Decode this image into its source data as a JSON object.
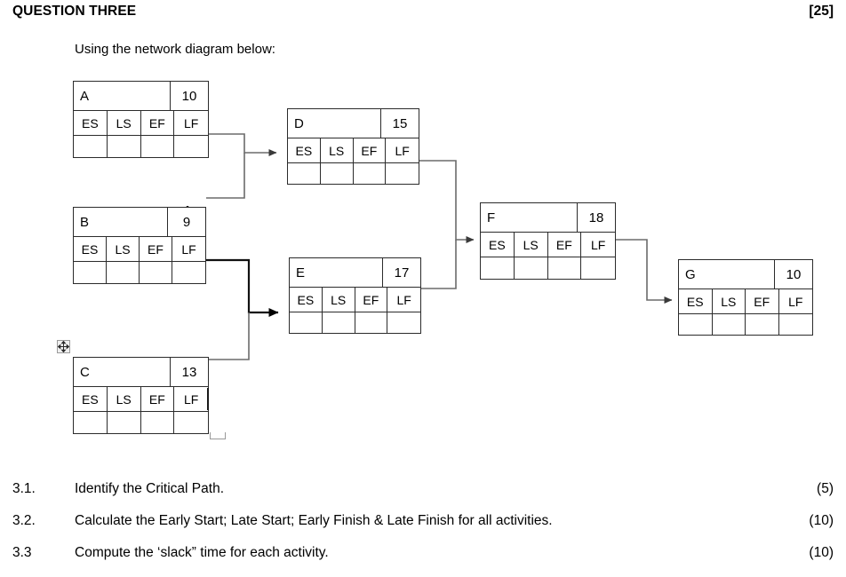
{
  "header": {
    "title": "QUESTION THREE",
    "marks": "[25]"
  },
  "instruction": "Using the network diagram below:",
  "diagram": {
    "column_headers": [
      "ES",
      "LS",
      "EF",
      "LF"
    ],
    "nodes": [
      {
        "id": "A",
        "name": "A",
        "duration": "10",
        "es": "",
        "ls": "",
        "ef": "",
        "lf": ""
      },
      {
        "id": "B",
        "name": "B",
        "duration": "9",
        "es": "",
        "ls": "",
        "ef": "",
        "lf": ""
      },
      {
        "id": "C",
        "name": "C",
        "duration": "13",
        "es": "",
        "ls": "",
        "ef": "",
        "lf": ""
      },
      {
        "id": "D",
        "name": "D",
        "duration": "15",
        "es": "",
        "ls": "",
        "ef": "",
        "lf": ""
      },
      {
        "id": "E",
        "name": "E",
        "duration": "17",
        "es": "",
        "ls": "",
        "ef": "",
        "lf": ""
      },
      {
        "id": "F",
        "name": "F",
        "duration": "18",
        "es": "",
        "ls": "",
        "ef": "",
        "lf": ""
      },
      {
        "id": "G",
        "name": "G",
        "duration": "10",
        "es": "",
        "ls": "",
        "ef": "",
        "lf": ""
      }
    ],
    "edges": [
      {
        "from": "A",
        "to": "D"
      },
      {
        "from": "B",
        "to": "D"
      },
      {
        "from": "B",
        "to": "E"
      },
      {
        "from": "C",
        "to": "E"
      },
      {
        "from": "D",
        "to": "F"
      },
      {
        "from": "E",
        "to": "F"
      },
      {
        "from": "F",
        "to": "G"
      }
    ],
    "line_color": "#6b6b6b",
    "border_color": "#2b2b2b",
    "artifacts": [
      {
        "name": "move-handle-icon",
        "glyph": "four-way-arrow"
      },
      {
        "name": "text-caret"
      },
      {
        "name": "resize-handle"
      }
    ]
  },
  "questions": [
    {
      "number": "3.1.",
      "text": "Identify the Critical Path.",
      "mark": "(5)"
    },
    {
      "number": "3.2.",
      "text": "Calculate the Early Start; Late Start; Early Finish & Late Finish for all activities.",
      "mark": "(10)"
    },
    {
      "number": "3.3",
      "text": "Compute the ‘slack” time for each activity.",
      "mark": "(10)"
    }
  ]
}
